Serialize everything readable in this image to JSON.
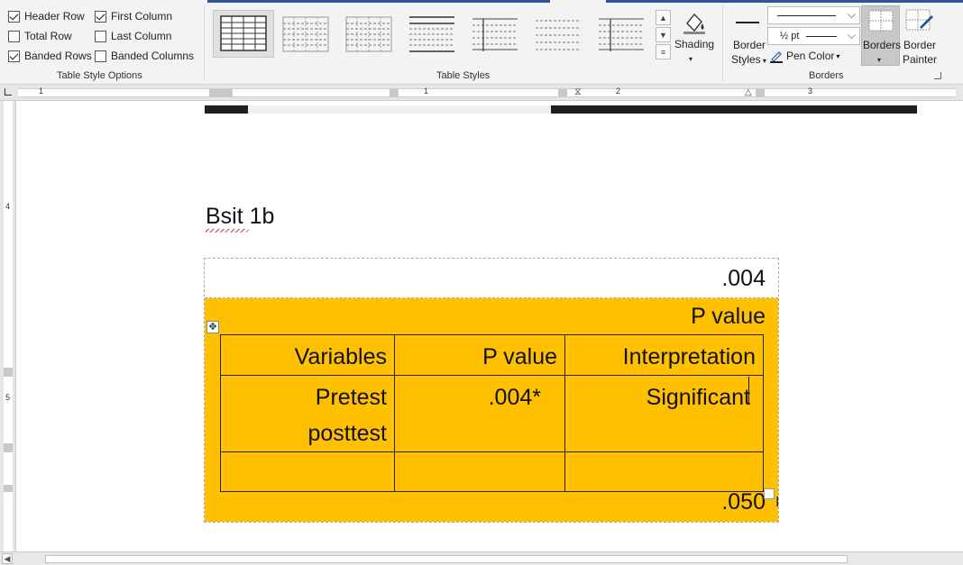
{
  "ribbon": {
    "table_style_options": {
      "group_label": "Table Style Options",
      "options": [
        {
          "label": "Header Row",
          "checked": true
        },
        {
          "label": "First Column",
          "checked": true
        },
        {
          "label": "Total Row",
          "checked": false
        },
        {
          "label": "Last Column",
          "checked": false
        },
        {
          "label": "Banded Rows",
          "checked": true
        },
        {
          "label": "Banded Columns",
          "checked": false
        }
      ]
    },
    "table_styles": {
      "group_label": "Table Styles",
      "shading_label": "Shading"
    },
    "borders": {
      "group_label": "Borders",
      "border_styles_label": "Border",
      "border_styles_label2": "Styles",
      "pen_weight": "½ pt",
      "pen_color_label": "Pen Color",
      "borders_button": "Borders",
      "border_painter_label": "Border",
      "border_painter_label2": "Painter"
    }
  },
  "ruler": {
    "numbers": [
      "1",
      "1",
      "2",
      "3"
    ],
    "v_numbers": [
      "4",
      "5"
    ]
  },
  "document": {
    "heading": "Bsit 1b",
    "outer_value_top": ".004",
    "outer_label": "P value",
    "outer_value_bottom": ".050",
    "table": {
      "headers": [
        "Variables",
        "P value",
        "Interpretation"
      ],
      "rows": [
        {
          "variable_line1": "Pretest",
          "variable_line2": "posttest",
          "p_value": ".004*",
          "interpretation": "Significant"
        },
        {
          "variable_line1": "",
          "variable_line2": "",
          "p_value": "",
          "interpretation": ""
        }
      ]
    }
  },
  "colors": {
    "table_fill": "#ffc000",
    "accent": "#2b579a"
  }
}
